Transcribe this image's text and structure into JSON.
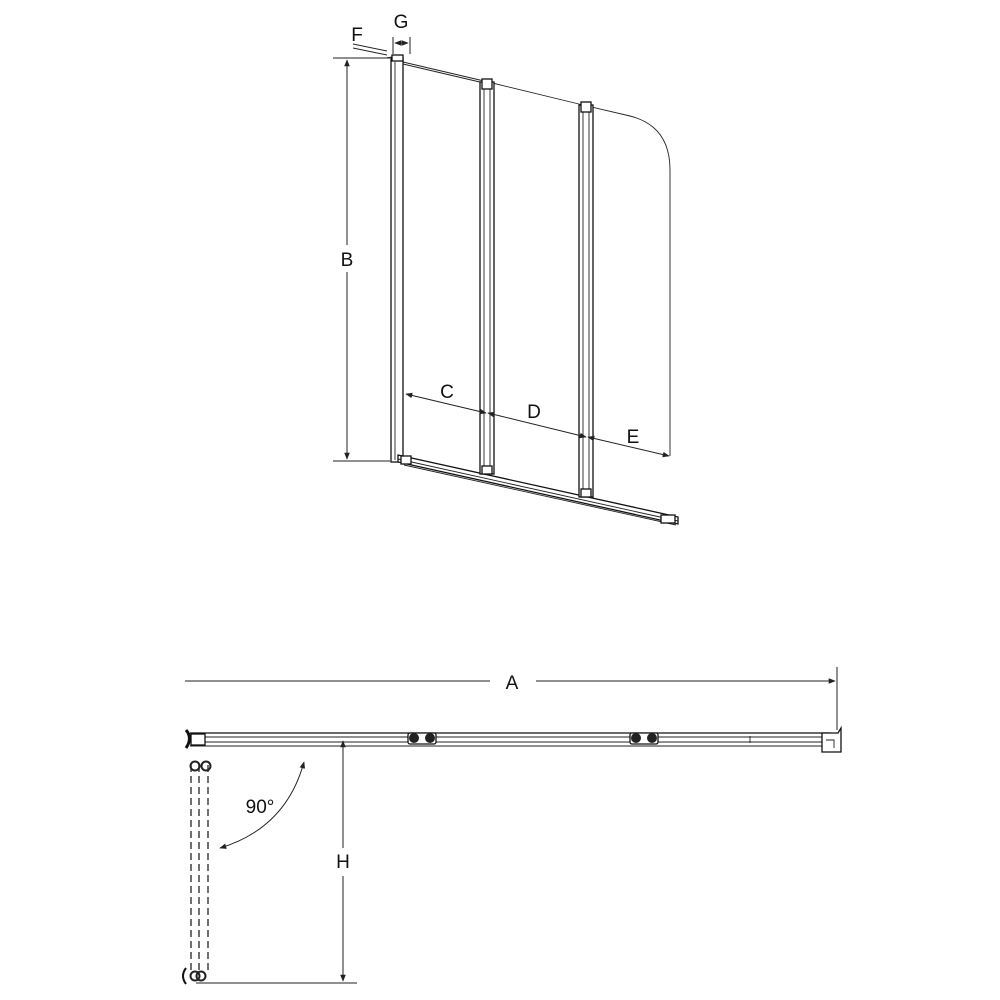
{
  "labels": {
    "a": "A",
    "b": "B",
    "c": "C",
    "d": "D",
    "e": "E",
    "f": "F",
    "g": "G",
    "h": "H",
    "angle": "90°"
  }
}
